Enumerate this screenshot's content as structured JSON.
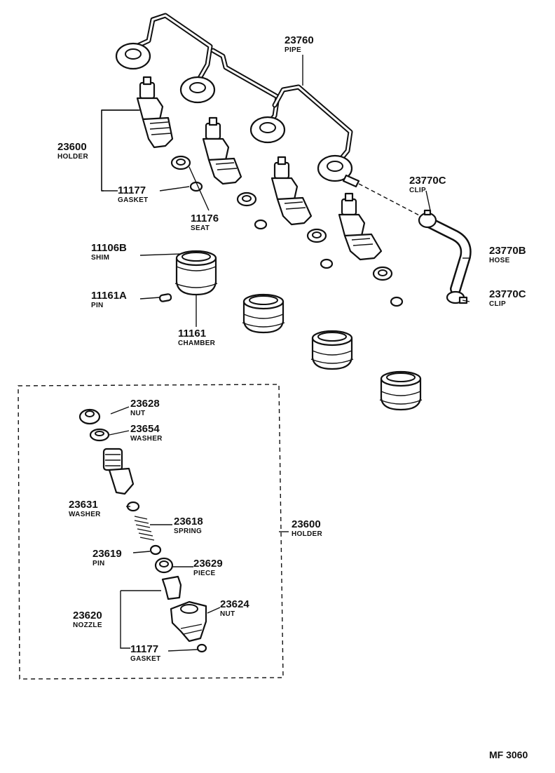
{
  "callouts": [
    {
      "id": "pipe",
      "num": "23760",
      "name": "PIPE"
    },
    {
      "id": "holder",
      "num": "23600",
      "name": "HOLDER"
    },
    {
      "id": "gasket",
      "num": "11177",
      "name": "GASKET"
    },
    {
      "id": "seat",
      "num": "11176",
      "name": "SEAT"
    },
    {
      "id": "clip-top",
      "num": "23770C",
      "name": "CLIP"
    },
    {
      "id": "shim",
      "num": "11106B",
      "name": "SHIM"
    },
    {
      "id": "hose",
      "num": "23770B",
      "name": "HOSE"
    },
    {
      "id": "pin",
      "num": "11161A",
      "name": "PIN"
    },
    {
      "id": "clip-bot",
      "num": "23770C",
      "name": "CLIP"
    },
    {
      "id": "chamber",
      "num": "11161",
      "name": "CHAMBER"
    },
    {
      "id": "nut",
      "num": "23628",
      "name": "NUT"
    },
    {
      "id": "washer",
      "num": "23654",
      "name": "WASHER"
    },
    {
      "id": "washer2",
      "num": "23631",
      "name": "WASHER"
    },
    {
      "id": "spring",
      "num": "23618",
      "name": "SPRING"
    },
    {
      "id": "holder2",
      "num": "23600",
      "name": "HOLDER"
    },
    {
      "id": "pin2",
      "num": "23619",
      "name": "PIN"
    },
    {
      "id": "piece",
      "num": "23629",
      "name": "PIECE"
    },
    {
      "id": "nozzle",
      "num": "23620",
      "name": "NOZZLE"
    },
    {
      "id": "nut2",
      "num": "23624",
      "name": "NUT"
    },
    {
      "id": "gasket2",
      "num": "11177",
      "name": "GASKET"
    }
  ],
  "diagram_code": "MF 3060"
}
